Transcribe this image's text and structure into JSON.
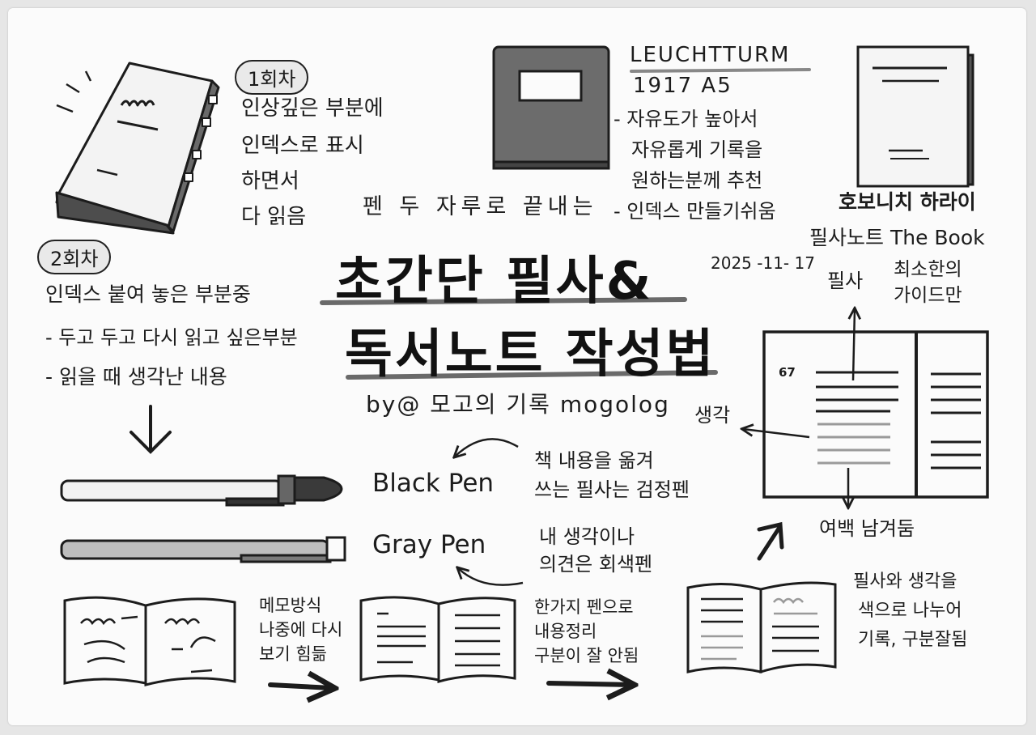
{
  "title": {
    "subtitle": "펜 두 자루로 끝내는",
    "line1": "초간단 필사&",
    "line2": "독서노트 작성법",
    "byline": "by@ 모고의 기록 mogolog",
    "date": "2025 -11- 17"
  },
  "round1": {
    "badge": "1회차",
    "lines": [
      "인상깊은 부분에",
      "인덱스로 표시",
      "하면서",
      "다 읽음"
    ]
  },
  "round2": {
    "badge": "2회차",
    "lines": [
      "인덱스 붙여 놓은 부분중",
      "- 두고 두고 다시 읽고 싶은부분",
      "- 읽을 때 생각난 내용"
    ]
  },
  "leuchtturm": {
    "name1": "LEUCHTTURM",
    "name2": "1917  A5",
    "lines": [
      "- 자유도가 높아서",
      "자유롭게 기록을",
      "원하는분께 추천",
      "- 인덱스 만들기쉬움"
    ]
  },
  "hobonichi": {
    "name1": "호보니치 하라이",
    "name2": "필사노트 The Book",
    "note1": "최소한의",
    "note2": "가이드만"
  },
  "spread": {
    "page_number": "67",
    "label_copy": "필사",
    "label_thought": "생각",
    "label_margin": "여백 남겨둠"
  },
  "pens": {
    "black_label": "Black Pen",
    "black_desc": [
      "책 내용을 옮겨",
      "쓰는 필사는 검정펜"
    ],
    "gray_label": "Gray Pen",
    "gray_desc": [
      "내 생각이나",
      "의견은 회색펜"
    ]
  },
  "bottom": {
    "memo": [
      "메모방식",
      "나중에 다시",
      "보기 힘듦"
    ],
    "onepen": [
      "한가지 펜으로",
      "내용정리",
      "구분이 잘 안됨"
    ],
    "twocolor": [
      "필사와 생각을",
      "색으로 나누어",
      "기록, 구분잘됨"
    ]
  },
  "colors": {
    "ink": "#1c1c1c",
    "gray_ink": "#8a8a8a",
    "paper": "#fbfbfb",
    "wash": "#6e6e6e"
  }
}
